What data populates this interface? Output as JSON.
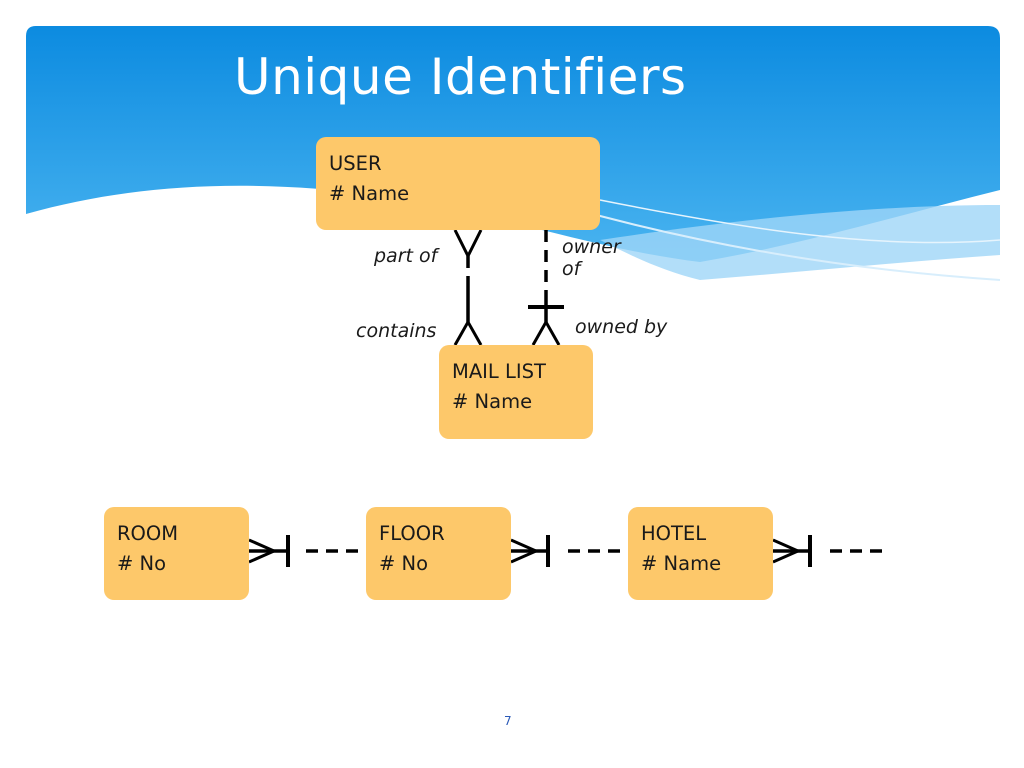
{
  "slide": {
    "title": "Unique Identifiers",
    "page_number": "7"
  },
  "entities": {
    "user": {
      "name": "USER",
      "identifier": "# Name"
    },
    "mail_list": {
      "name": "MAIL LIST",
      "identifier": "# Name"
    },
    "room": {
      "name": "ROOM",
      "identifier": "# No"
    },
    "floor": {
      "name": "FLOOR",
      "identifier": "# No"
    },
    "hotel": {
      "name": "HOTEL",
      "identifier": "# Name"
    }
  },
  "relationships": {
    "part_of": "part of",
    "contains": "contains",
    "owner_of": "owner of",
    "owned_by": "owned by"
  },
  "colors": {
    "header_blue": "#1593e3",
    "entity_fill": "#fdc86a",
    "line": "#000000",
    "page_number": "#2a59b7"
  }
}
